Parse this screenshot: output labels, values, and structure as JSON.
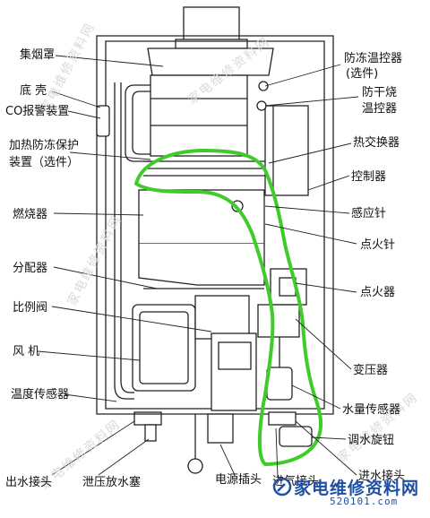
{
  "labels_left": {
    "hood": "集烟罩",
    "casing": "底 壳",
    "co_alarm": "CO报警装置",
    "antifreeze_heat_line1": "加热防冻保护",
    "antifreeze_heat_line2": "装置（选件）",
    "burner": "燃烧器",
    "distributor": "分配器",
    "prop_valve": "比例阀",
    "fan": "风 机",
    "temp_sensor": "温度传感器",
    "outlet": "出水接头",
    "drain_plug": "泄压放水塞"
  },
  "labels_right": {
    "antifreeze_ctrl_line1": "防冻温控器",
    "antifreeze_ctrl_line2": "(选件)",
    "dryfire_line1": "防干烧",
    "dryfire_line2": "温控器",
    "heat_exchanger": "热交换器",
    "controller": "控制器",
    "sensing_pin": "感应针",
    "ignition_pin": "点火针",
    "igniter": "点火器",
    "transformer": "变压器",
    "water_sensor": "水量传感器",
    "water_knob": "调水旋钮",
    "inlet": "进水接头"
  },
  "labels_bottom": {
    "power_plug": "电源插头",
    "gas_inlet": "进气接头"
  },
  "watermark": "家电维修资料网",
  "brand": {
    "name": "家电维修资料网",
    "url": "520101.com"
  },
  "colors": {
    "line": "#222222",
    "highlight": "#3fcc2a",
    "brand": "#1f4fa3"
  }
}
